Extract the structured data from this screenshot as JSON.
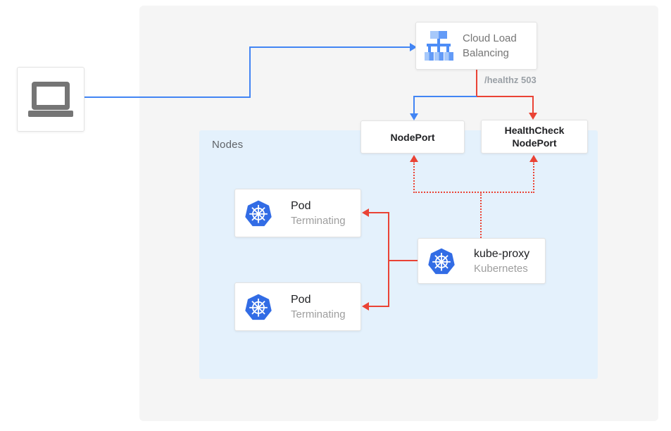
{
  "colors": {
    "flow_blue": "#4285f4",
    "flow_red": "#ea4335",
    "kubernetes_blue": "#326ce5",
    "canvas_gray": "#f5f5f5",
    "nodes_panel_blue": "#e4f1fc"
  },
  "cloud_load_balancing": {
    "label": "Cloud Load Balancing"
  },
  "health_check_status": "/healthz 503",
  "nodes_panel": {
    "label": "Nodes"
  },
  "nodeport": {
    "label": "NodePort"
  },
  "healthcheck_nodeport": {
    "label": "HealthCheck NodePort"
  },
  "pods": [
    {
      "title": "Pod",
      "status": "Terminating"
    },
    {
      "title": "Pod",
      "status": "Terminating"
    }
  ],
  "kube_proxy": {
    "title": "kube-proxy",
    "subtitle": "Kubernetes"
  }
}
